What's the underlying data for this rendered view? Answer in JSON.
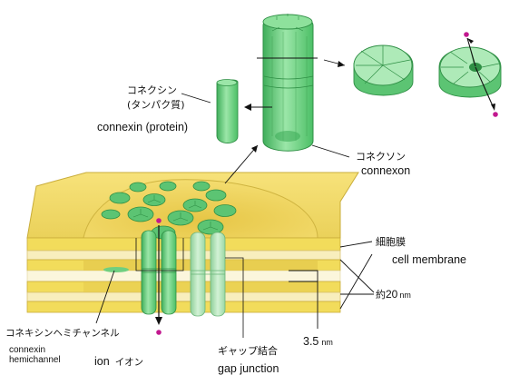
{
  "labels": {
    "connexin_ja_1": "コネクシン",
    "connexin_ja_2": "(タンパク質)",
    "connexin_en": "connexin (protein)",
    "connexon_ja": "コネクソン",
    "connexon_en": "connexon",
    "membrane_ja": "細胞膜",
    "membrane_en": "cell membrane",
    "gap_size_prefix": "約",
    "gap_size_value": "20",
    "gap_size_unit": "nm",
    "gap_width_value": "3.5",
    "gap_width_unit": "nm",
    "hemichannel_ja": "コネキシンヘミチャンネル",
    "hemichannel_en_1": "connexin",
    "hemichannel_en_2": "hemichannel",
    "ion_en": "ion",
    "ion_ja": "イオン",
    "gap_junction_ja": "ギャップ結合",
    "gap_junction_en": "gap junction"
  },
  "colors": {
    "membrane_yellow": "#f2dc5b",
    "membrane_light": "#f7ecb0",
    "protein_green": "#7fd88f",
    "protein_dark": "#3fae5a",
    "ion_magenta": "#c2188f"
  }
}
